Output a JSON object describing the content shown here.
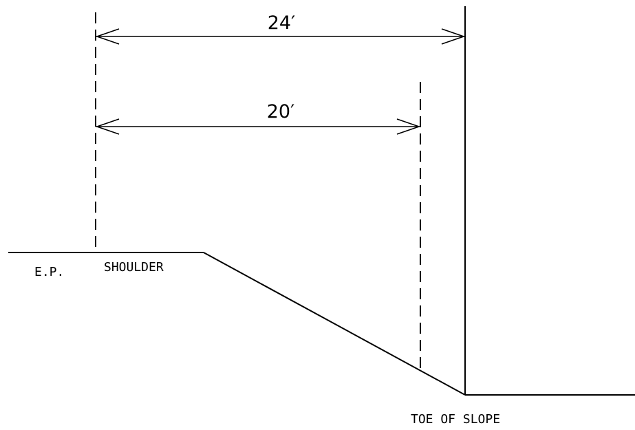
{
  "dimensions": {
    "outer": "24′",
    "inner": "20′"
  },
  "labels": {
    "edge_of_pavement": "E.P.",
    "shoulder": "SHOULDER",
    "toe_of_slope": "TOE OF SLOPE"
  }
}
